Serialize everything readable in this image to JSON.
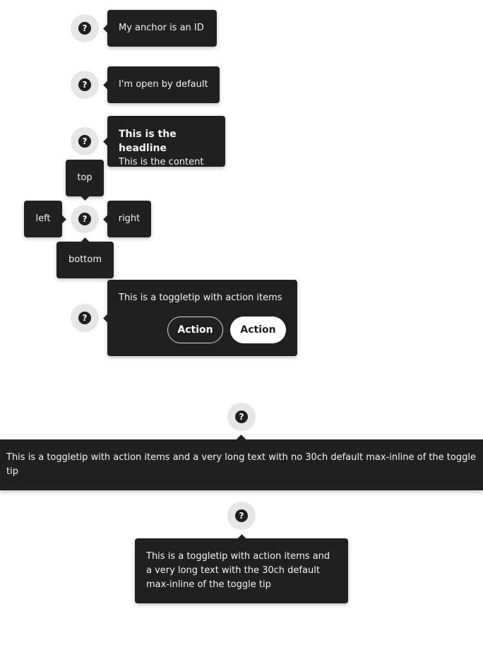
{
  "icons": {
    "help": "question-circle-icon",
    "help_glyph": "?"
  },
  "colors": {
    "tip_bg": "#202020",
    "anchor_bg": "#e6e6e6"
  },
  "tips": {
    "anchor_id": "My anchor is an ID",
    "open_default": "I'm open by default",
    "headline": {
      "title": "This is the headline",
      "content": "This is the content"
    },
    "positions": {
      "top": "top",
      "left": "left",
      "right": "right",
      "bottom": "bottom"
    },
    "actions": {
      "text": "This is a toggletip with action items",
      "secondary": "Action",
      "primary": "Action"
    },
    "long_no_max": "This is a toggletip with action items and a very long text with no 30ch default max-inline of the toggle tip",
    "long_max": "This is a toggletip with action items and a very long text with the 30ch default max-inline of the toggle tip"
  }
}
